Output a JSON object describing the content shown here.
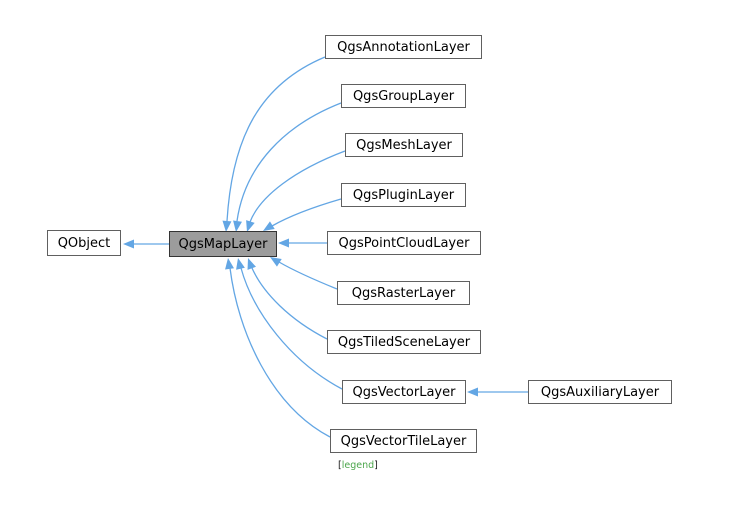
{
  "diagram": {
    "type": "class-inheritance-graph",
    "colors": {
      "edge": "#63a6e4",
      "current_fill": "#9c9c9c",
      "current_border": "#343434",
      "node_fill": "#ffffff",
      "node_border": "#606060",
      "text": "#000000",
      "legend_green": "#4ca64c"
    },
    "nodes": [
      {
        "id": "qobject",
        "label": "QObject",
        "role": "base"
      },
      {
        "id": "qgsmaplayer",
        "label": "QgsMapLayer",
        "role": "current"
      },
      {
        "id": "annotation",
        "label": "QgsAnnotationLayer",
        "role": "derived"
      },
      {
        "id": "group",
        "label": "QgsGroupLayer",
        "role": "derived"
      },
      {
        "id": "mesh",
        "label": "QgsMeshLayer",
        "role": "derived"
      },
      {
        "id": "plugin",
        "label": "QgsPluginLayer",
        "role": "derived"
      },
      {
        "id": "pointcloud",
        "label": "QgsPointCloudLayer",
        "role": "derived"
      },
      {
        "id": "raster",
        "label": "QgsRasterLayer",
        "role": "derived"
      },
      {
        "id": "tiledscene",
        "label": "QgsTiledSceneLayer",
        "role": "derived"
      },
      {
        "id": "vector",
        "label": "QgsVectorLayer",
        "role": "derived"
      },
      {
        "id": "auxiliary",
        "label": "QgsAuxiliaryLayer",
        "role": "derived"
      },
      {
        "id": "vectortile",
        "label": "QgsVectorTileLayer",
        "role": "derived"
      }
    ],
    "edges": [
      {
        "from": "qgsmaplayer",
        "to": "qobject"
      },
      {
        "from": "annotation",
        "to": "qgsmaplayer"
      },
      {
        "from": "group",
        "to": "qgsmaplayer"
      },
      {
        "from": "mesh",
        "to": "qgsmaplayer"
      },
      {
        "from": "plugin",
        "to": "qgsmaplayer"
      },
      {
        "from": "pointcloud",
        "to": "qgsmaplayer"
      },
      {
        "from": "raster",
        "to": "qgsmaplayer"
      },
      {
        "from": "tiledscene",
        "to": "qgsmaplayer"
      },
      {
        "from": "vector",
        "to": "qgsmaplayer"
      },
      {
        "from": "vectortile",
        "to": "qgsmaplayer"
      },
      {
        "from": "auxiliary",
        "to": "vector"
      }
    ],
    "legend": {
      "open": "[",
      "label": "legend",
      "close": "]"
    }
  }
}
